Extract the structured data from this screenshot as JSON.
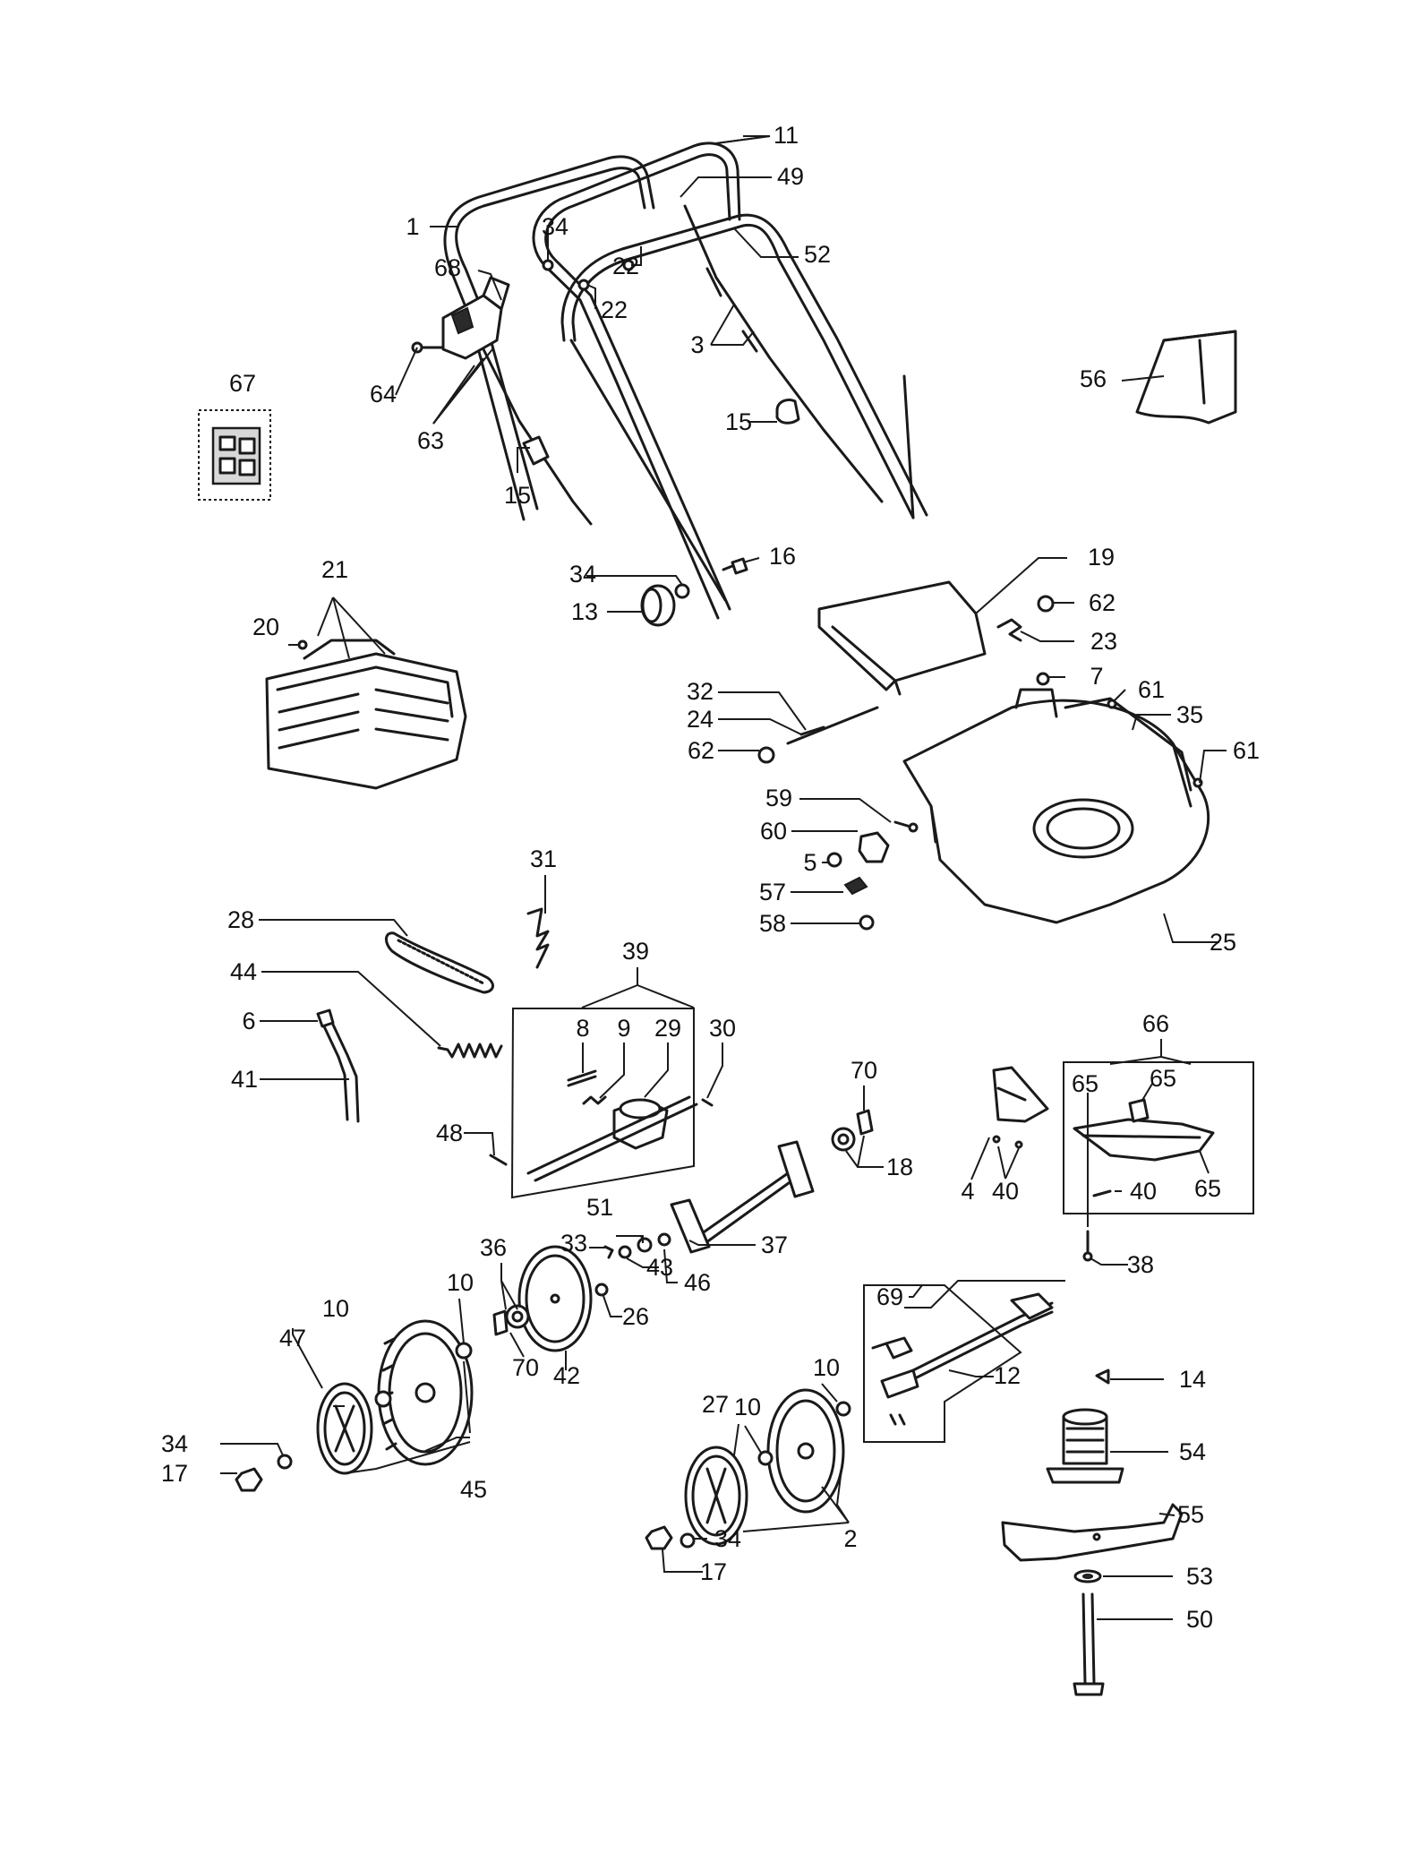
{
  "callouts": {
    "c1": "1",
    "c11": "11",
    "c49": "49",
    "c34a": "34",
    "c22a": "22",
    "c22b": "22",
    "c68": "68",
    "c52": "52",
    "c3": "3",
    "c56": "56",
    "c67": "67",
    "c64": "64",
    "c63": "63",
    "c15a": "15",
    "c15b": "15",
    "c34b": "34",
    "c16": "16",
    "c13": "13",
    "c19": "19",
    "c62a": "62",
    "c23": "23",
    "c21": "21",
    "c20": "20",
    "c7": "7",
    "c61a": "61",
    "c35": "35",
    "c32": "32",
    "c24": "24",
    "c62b": "62",
    "c61b": "61",
    "c59": "59",
    "c60": "60",
    "c5": "5",
    "c57": "57",
    "c58": "58",
    "c25": "25",
    "c31": "31",
    "c28": "28",
    "c39": "39",
    "c44": "44",
    "c6": "6",
    "c8": "8",
    "c9": "9",
    "c29": "29",
    "c30": "30",
    "c41": "41",
    "c48": "48",
    "c70a": "70",
    "c18": "18",
    "c66": "66",
    "c65a": "65",
    "c65b": "65",
    "c65c": "65",
    "c4": "4",
    "c40a": "40",
    "c40b": "40",
    "c38": "38",
    "c51": "51",
    "c33": "33",
    "c36": "36",
    "c10a": "10",
    "c10b": "10",
    "c37": "37",
    "c46": "46",
    "c43": "43",
    "c26": "26",
    "c70b": "70",
    "c42": "42",
    "c69": "69",
    "c47": "47",
    "c12": "12",
    "c14": "14",
    "c10c": "10",
    "c27": "27",
    "c10d": "10",
    "c54": "54",
    "c34c": "34",
    "c17a": "17",
    "c45": "45",
    "c55": "55",
    "c34d": "34",
    "c2": "2",
    "c17b": "17",
    "c53": "53",
    "c50": "50"
  }
}
